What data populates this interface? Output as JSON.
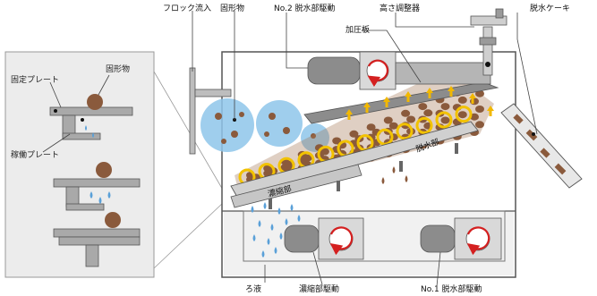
{
  "labels": {
    "floc_inlet": "フロック流入",
    "solids_top": "固形物",
    "no2_drive": "No.2 脱水部駆動",
    "height_adjuster": "高さ調整器",
    "dewatered_cake": "脱水ケーキ",
    "pressure_plate": "加圧板",
    "dewatering_section": "脱水部",
    "thickening_section": "濃縮部",
    "filtrate": "ろ液",
    "thickening_drive": "濃縮部駆動",
    "no1_drive": "No.1 脱水部駆動",
    "fixed_plate": "固定プレート",
    "solids_inset": "固形物",
    "moving_plate": "稼働プレート"
  },
  "colors": {
    "frame": "#555555",
    "panel": "#e6e6e6",
    "panel_dark": "#8c8c8c",
    "water": "#5aa0d8",
    "bubble": "#8ec5ea",
    "sludge": "#8a5a3c",
    "ring": "#f2c200",
    "arrow_red": "#d42020",
    "up_arrow": "#f2b800"
  },
  "icons": {
    "rotation": "circular-arrow-icon",
    "pressure": "up-arrow-icon",
    "droplet": "water-drop-icon"
  }
}
